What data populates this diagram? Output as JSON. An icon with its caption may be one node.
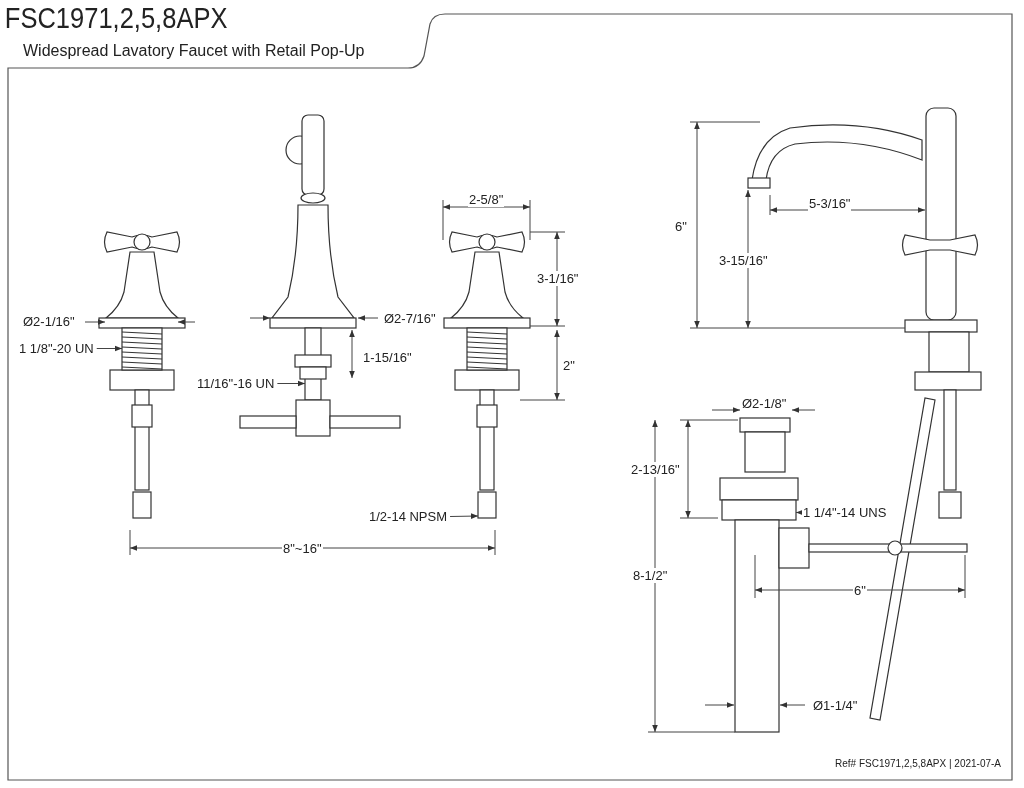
{
  "diagram": {
    "title": "FSC1971,2,5,8APX",
    "caption": "Widespread Lavatory Faucet with Retail Pop-Up",
    "nodes": [
      {
        "text": [
          "1 1/8\"-20 UN"
        ]
      },
      {
        "text": [
          "11/16\"-16 UN"
        ]
      },
      {
        "text": [
          "1/2-14 NPSM"
        ]
      },
      {
        "text": [
          "1 1/4\"-14 UNS"
        ]
      },
      {
        "text": [],
        "shape": "picture"
      },
      {
        "text": [],
        "shape": "box"
      },
      {
        "text": [],
        "shape": "box"
      },
      {
        "text": [],
        "shape": "box"
      }
    ],
    "edges": [
      {
        "from": 0,
        "to": 4,
        "arrow": "to"
      },
      {
        "from": 1,
        "to": 5,
        "arrow": "to"
      },
      {
        "from": 2,
        "to": 6,
        "arrow": "to"
      },
      {
        "from": 3,
        "to": 7,
        "arrow": "to"
      }
    ],
    "labels": [
      "Ø2-1/16\"",
      "Ø2-7/16\"",
      "1-15/16\"",
      "2-5/8\"",
      "3-1/16\"",
      "2\"",
      "8\"~16\"",
      "6\"",
      "5-3/16\"",
      "3-15/16\"",
      "Ø2-1/8\"",
      "2-13/16\"",
      "8-1/2\"",
      "6\"",
      "Ø1-1/4\"",
      "Ref# FSC1971,2,5,8APX | 2021-07-A"
    ]
  }
}
